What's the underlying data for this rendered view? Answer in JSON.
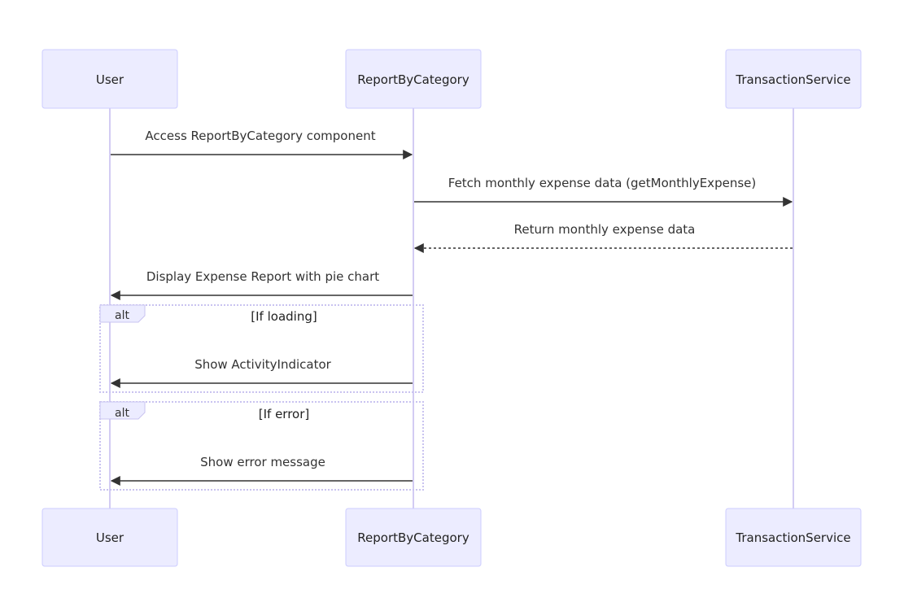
{
  "participants": [
    {
      "id": "user",
      "label": "User"
    },
    {
      "id": "report",
      "label": "ReportByCategory"
    },
    {
      "id": "service",
      "label": "TransactionService"
    }
  ],
  "messages": [
    {
      "from": "user",
      "to": "report",
      "label": "Access ReportByCategory component",
      "style": "solid"
    },
    {
      "from": "report",
      "to": "service",
      "label": "Fetch monthly expense data (getMonthlyExpense)",
      "style": "solid"
    },
    {
      "from": "service",
      "to": "report",
      "label": "Return monthly expense data",
      "style": "dashed"
    },
    {
      "from": "report",
      "to": "user",
      "label": "Display Expense Report with pie chart",
      "style": "solid"
    },
    {
      "from": "report",
      "to": "user",
      "label": "Show ActivityIndicator",
      "style": "solid"
    },
    {
      "from": "report",
      "to": "user",
      "label": "Show error message",
      "style": "solid"
    }
  ],
  "fragments": [
    {
      "keyword": "alt",
      "condition": "[If loading]"
    },
    {
      "keyword": "alt",
      "condition": "[If error]"
    }
  ],
  "colors": {
    "actor_fill": "#ececff",
    "actor_stroke": "#ccccff",
    "lifeline": "#d3ccf3",
    "arrow": "#333333"
  }
}
